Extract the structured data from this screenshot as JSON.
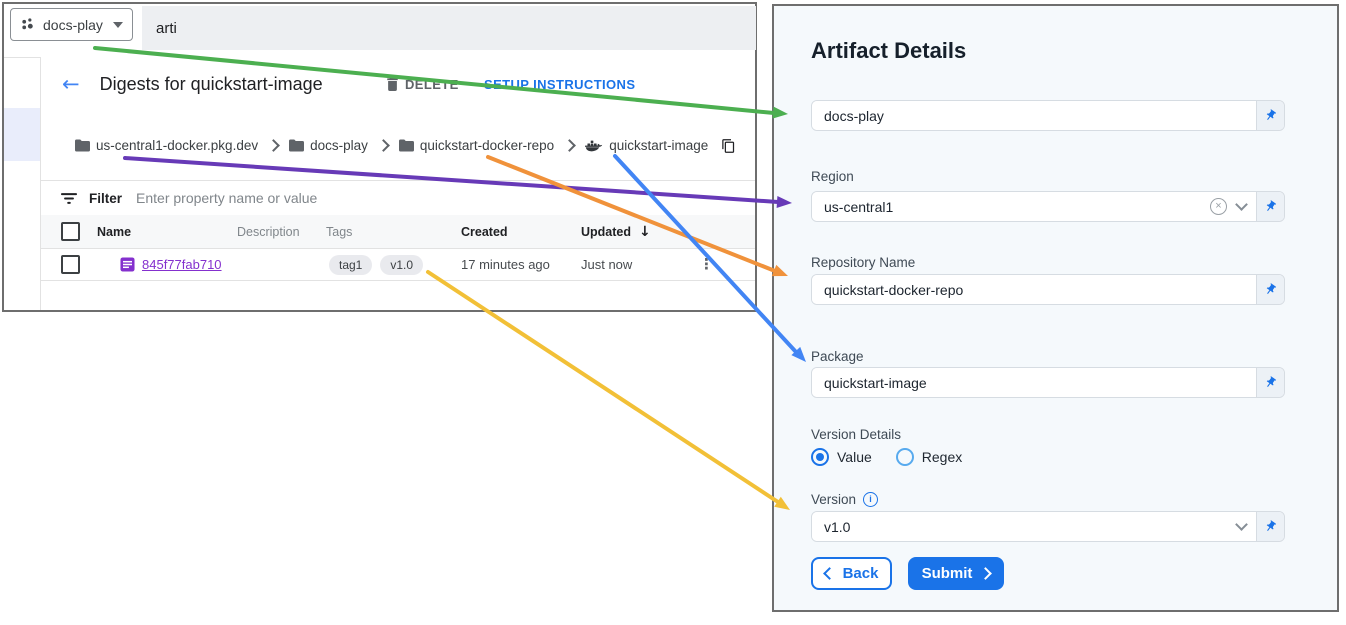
{
  "icons": {
    "back_arrow": "←",
    "sort_desc": "↓",
    "overflow_menu": "⋮",
    "clear": "×",
    "info": "i"
  },
  "arrows": {
    "project": {
      "color": "#4caf50"
    },
    "region": {
      "color": "#673ab7"
    },
    "repository": {
      "color": "#f0923b"
    },
    "package": {
      "color": "#4285f4"
    },
    "version": {
      "color": "#f2c037"
    }
  },
  "console": {
    "project_selector": "docs-play",
    "search_value": "arti",
    "page_title": "Digests for quickstart-image",
    "actions": {
      "delete": "DELETE",
      "setup": "SETUP INSTRUCTIONS"
    },
    "breadcrumb": [
      "us-central1-docker.pkg.dev",
      "docs-play",
      "quickstart-docker-repo",
      "quickstart-image"
    ],
    "filter_label": "Filter",
    "filter_placeholder": "Enter property name or value",
    "table": {
      "headers": {
        "name": "Name",
        "description": "Description",
        "tags": "Tags",
        "created": "Created",
        "updated": "Updated"
      },
      "row": {
        "digest": "845f77fab710",
        "tags": [
          "tag1",
          "v1.0"
        ],
        "created": "17 minutes ago",
        "updated": "Just now"
      }
    }
  },
  "form": {
    "title": "Artifact Details",
    "project_value": "docs-play",
    "region_label": "Region",
    "region_value": "us-central1",
    "repository_label": "Repository Name",
    "repository_value": "quickstart-docker-repo",
    "package_label": "Package",
    "package_value": "quickstart-image",
    "version_details_label": "Version Details",
    "radio_value_label": "Value",
    "radio_regex_label": "Regex",
    "version_label": "Version",
    "version_value": "v1.0",
    "back_label": "Back",
    "submit_label": "Submit"
  }
}
